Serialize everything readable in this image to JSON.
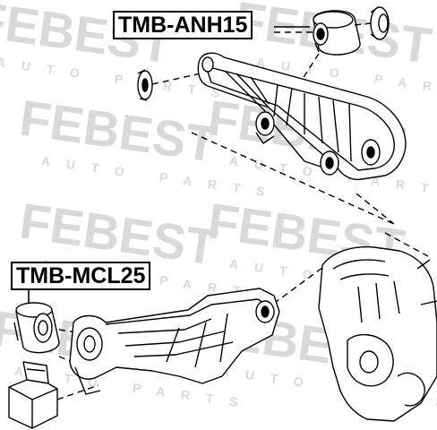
{
  "labels": {
    "top_part": "TMB-ANH15",
    "bottom_part": "TMB-MCL25"
  },
  "watermark": {
    "brand": "FEBEST",
    "tagline": "AUTO PARTS",
    "color": "#d9d9d9"
  },
  "colors": {
    "line": "#000000",
    "background": "#ffffff"
  }
}
